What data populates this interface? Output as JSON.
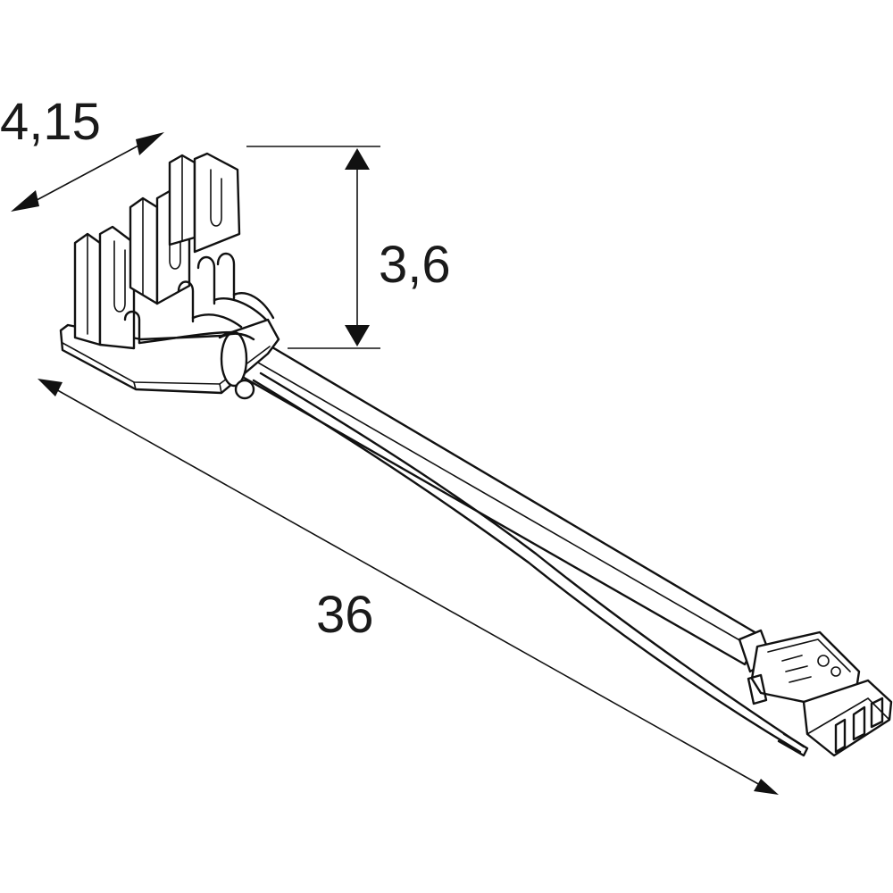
{
  "dimensions": {
    "width": "4,15",
    "height": "3,6",
    "length": "36"
  },
  "colors": {
    "line": "#111111",
    "background": "#ffffff"
  }
}
